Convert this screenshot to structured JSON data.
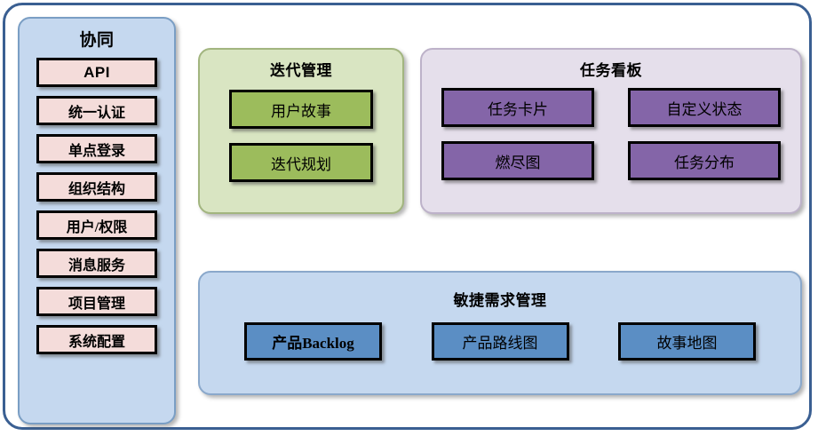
{
  "diagram": {
    "title": "agile-platform-architecture",
    "colors": {
      "frame_border": "#3a5f92",
      "collab_panel_bg": "#c5d8ef",
      "collab_item_bg": "#f4dcda",
      "iteration_panel_bg": "#d9e5c2",
      "iteration_item_bg": "#9cbc5c",
      "taskboard_panel_bg": "#e5dfeb",
      "taskboard_item_bg": "#8465a8",
      "agile_panel_bg": "#c5d8ef",
      "agile_item_bg": "#5b8ec4"
    }
  },
  "collaboration": {
    "title": "协同",
    "items": [
      {
        "label": "API"
      },
      {
        "label": "统一认证"
      },
      {
        "label": "单点登录"
      },
      {
        "label": "组织结构"
      },
      {
        "label": "用户/权限"
      },
      {
        "label": "消息服务"
      },
      {
        "label": "项目管理"
      },
      {
        "label": "系统配置"
      }
    ]
  },
  "iteration": {
    "title": "迭代管理",
    "items": [
      {
        "label": "用户故事"
      },
      {
        "label": "迭代规划"
      }
    ]
  },
  "taskboard": {
    "title": "任务看板",
    "items": [
      {
        "label": "任务卡片"
      },
      {
        "label": "自定义状态"
      },
      {
        "label": "燃尽图"
      },
      {
        "label": "任务分布"
      }
    ]
  },
  "agile": {
    "title": "敏捷需求管理",
    "items": [
      {
        "label": "产品Backlog"
      },
      {
        "label": "产品路线图"
      },
      {
        "label": "故事地图"
      }
    ]
  }
}
